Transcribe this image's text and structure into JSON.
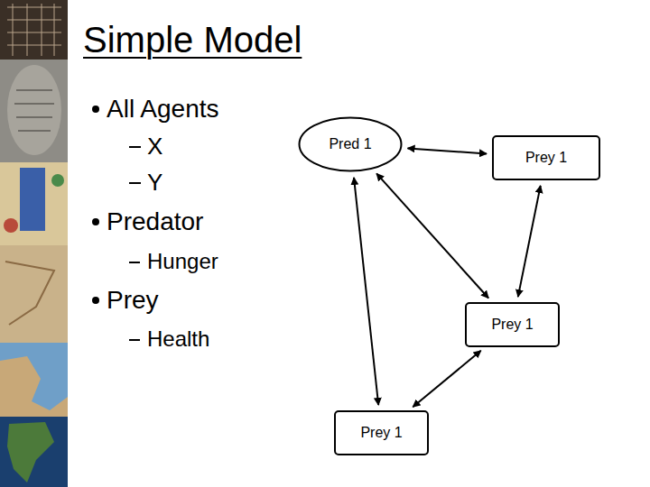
{
  "diagram": {
    "title": "Simple Model",
    "nodes": [
      {
        "text": [
          "Pred 1"
        ]
      },
      {
        "text": [
          "Prey 1"
        ]
      },
      {
        "text": [
          "Prey 1"
        ]
      },
      {
        "text": [
          "Prey 1"
        ]
      }
    ],
    "edges": [
      {
        "from": 0,
        "to": 1,
        "arrow": "both"
      },
      {
        "from": 0,
        "to": 2,
        "arrow": "both"
      },
      {
        "from": 0,
        "to": 3,
        "arrow": "both"
      },
      {
        "from": 1,
        "to": 2,
        "arrow": "both"
      },
      {
        "from": 2,
        "to": 3,
        "arrow": "both"
      }
    ],
    "labels": [
      "All Agents",
      "X",
      "Y",
      "Predator",
      "Hunger",
      "Prey",
      "Health"
    ]
  }
}
